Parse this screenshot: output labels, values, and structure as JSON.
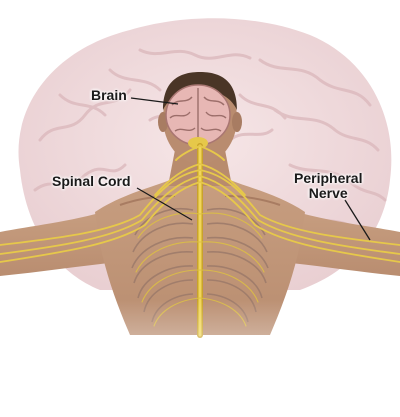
{
  "labels": {
    "brain": "Brain",
    "spinal_cord": "Spinal Cord",
    "peripheral_nerve_line1": "Peripheral",
    "peripheral_nerve_line2": "Nerve"
  },
  "colors": {
    "brain_bg": "#efd9db",
    "brain_fold": "#e2c2c6",
    "skin": "#c49a7c",
    "skin_shadow": "#a87c62",
    "hair": "#4a3526",
    "nerve": "#e6c84a",
    "nerve_dark": "#c9a32a",
    "rib": "#9c7a6a",
    "inner_brain": "#e7b7b4",
    "leader_line": "#1a1a1a"
  }
}
